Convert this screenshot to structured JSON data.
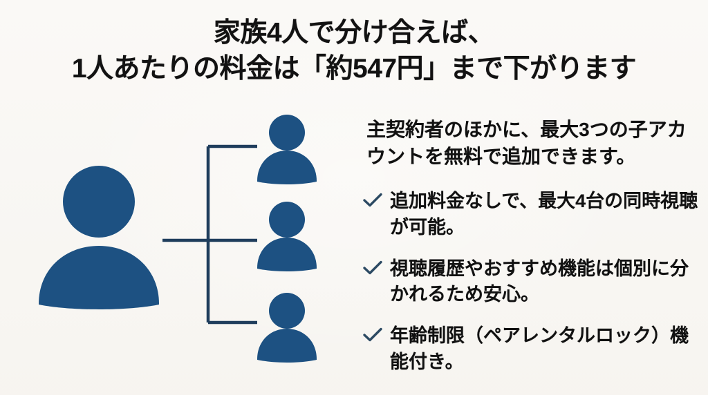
{
  "slide": {
    "background_color": "#f8f6f2",
    "accent_blue": "#1d5182",
    "line_navy": "#1f3d5c",
    "check_color": "#2c4a63",
    "text_color": "#111111"
  },
  "title": {
    "line1": "家族4人で分け合えば、",
    "line2": "1人あたりの料金は「約547円」まで下がります"
  },
  "diagram": {
    "primary_account_label": "main-account-person",
    "child_account_labels": [
      "child-account-person-1",
      "child-account-person-2",
      "child-account-person-3"
    ],
    "connector_label": "bracket-connector"
  },
  "content": {
    "intro": "主契約者のほかに、最大3つの子アカウントを無料で追加できます。",
    "bullets": [
      {
        "icon": "check-icon",
        "text": "追加料金なしで、最大4台の同時視聴が可能。"
      },
      {
        "icon": "check-icon",
        "text": "視聴履歴やおすすめ機能は個別に分かれるため安心。"
      },
      {
        "icon": "check-icon",
        "text": "年齢制限（ペアレンタルロック）機能付き。"
      }
    ]
  }
}
